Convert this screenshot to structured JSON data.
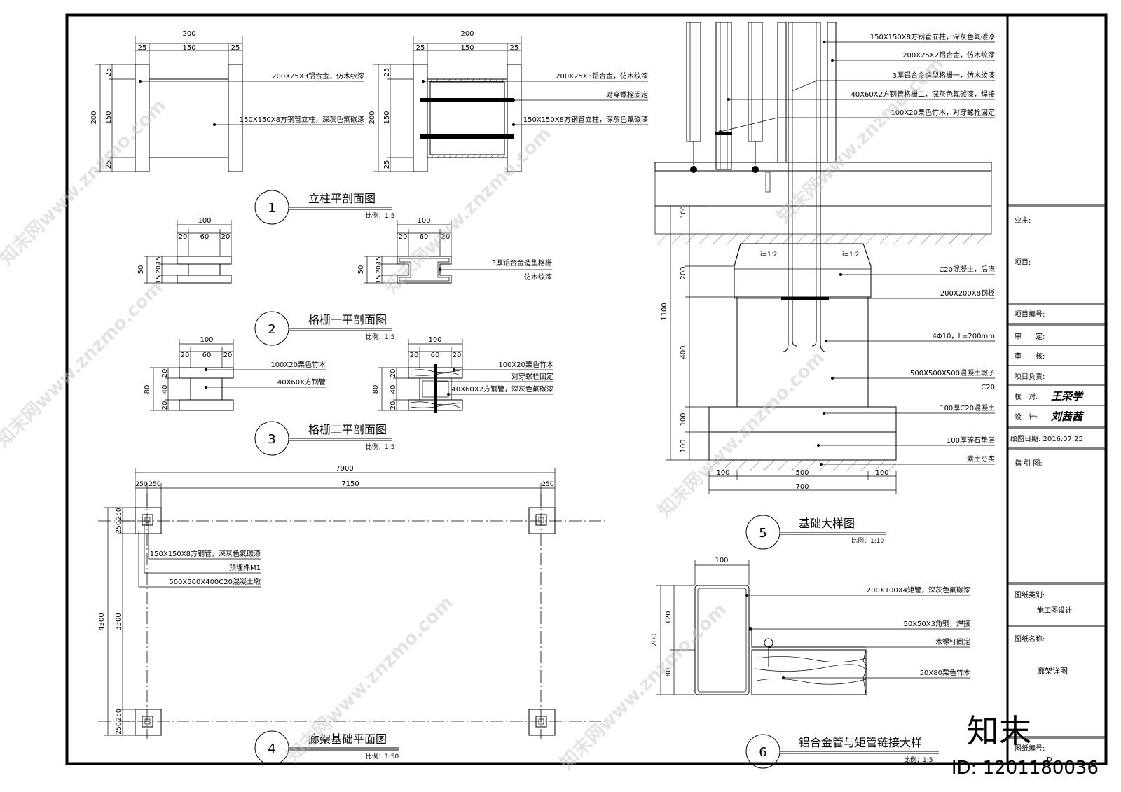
{
  "details": {
    "d1": {
      "num": "1",
      "title": "立柱平剖面图",
      "scale": "比例：1:5"
    },
    "d2": {
      "num": "2",
      "title": "格栅一平剖面图",
      "scale": "比例：1:5"
    },
    "d3": {
      "num": "3",
      "title": "格栅二平剖面图",
      "scale": "比例：1:5"
    },
    "d4": {
      "num": "4",
      "title": "廊架基础平面图",
      "scale": "比例：1:50"
    },
    "d5": {
      "num": "5",
      "title": "基础大样图",
      "scale": "比例：1:10"
    },
    "d6": {
      "num": "6",
      "title": "铝合金管与矩管链接大样",
      "scale": "比例：1:5"
    }
  },
  "dims": {
    "d200": "200",
    "d150": "150",
    "d25": "25",
    "d100": "100",
    "d60": "60",
    "d20": "20",
    "d50": "50",
    "d15": "15",
    "d80": "80",
    "d40": "40",
    "d7900": "7900",
    "d7150": "7150",
    "d250": "250",
    "d4300": "4300",
    "d3300": "3300",
    "d1100": "1100",
    "d400": "400",
    "d500": "500",
    "d700": "700",
    "d120": "120",
    "slope": "i=1:2"
  },
  "labels": {
    "l1a": "200X25X3铝合金，仿木纹漆",
    "l1b": "150X150X8方钢管立柱，深灰色氟碳漆",
    "l1c": "200X25X3铝合金，仿木纹漆",
    "l1d": "对穿螺栓固定",
    "l1e": "150X150X8方钢管立柱，深灰色氟碳漆",
    "l2a": "3厚铝合金造型格栅",
    "l2b": "仿木纹漆",
    "l3a": "100X20栗色竹木",
    "l3b": "40X60X方钢管",
    "l3c": "100X20栗色竹木",
    "l3d": "对穿螺栓固定",
    "l3e": "40X60X2方钢管，深灰色氟碳漆",
    "l4a": "150X150X8方钢管，深灰色氟碳漆",
    "l4b": "预埋件M1",
    "l4c": "500X500X400C20混凝土墩",
    "l5a": "150X150X8方钢管立柱，深灰色氟碳漆",
    "l5b": "200X25X2铝合金，仿木纹漆",
    "l5c": "3厚铝合金造型格栅一，仿木纹漆",
    "l5d": "40X60X2方钢管格栅二，深灰色氟碳漆，焊接",
    "l5e": "100X20栗色竹木，对穿螺栓固定",
    "l5f": "C20混凝土，后浇",
    "l5g": "200X200X8钢板",
    "l5h": "4Φ10，L=200mm",
    "l5i": "500X500X500混凝土墩子",
    "l5j": "C20",
    "l5k": "100厚C20混凝土",
    "l5l": "100厚碎石垫层",
    "l5m": "素土夯实",
    "l6a": "200X100X4矩管，深灰色氟碳漆",
    "l6b": "50X50X3角钢，焊接",
    "l6c": "木螺钉固定",
    "l6d": "50X80栗色竹木"
  },
  "titleblock": {
    "owner": "业主:",
    "project": "项目:",
    "project_no": "项目编号:",
    "approve": "审　　定:",
    "review": "审　　核:",
    "lead": "项目负责:",
    "check": "校　对:",
    "check_sig": "王荣学",
    "design": "设　计:",
    "design_sig": "刘茜茜",
    "date": "绘图日期: 2016.07.25",
    "index": "指 引 图:",
    "category_label": "图纸类别:",
    "category": "施工图设计",
    "name_label": "图纸名称:",
    "name": "廊架详图",
    "no_label": "图纸编号:",
    "no": "D"
  },
  "watermark": {
    "site": "知末网www.znzmo.com",
    "brand": "知末",
    "id": "ID: 1201180036"
  }
}
